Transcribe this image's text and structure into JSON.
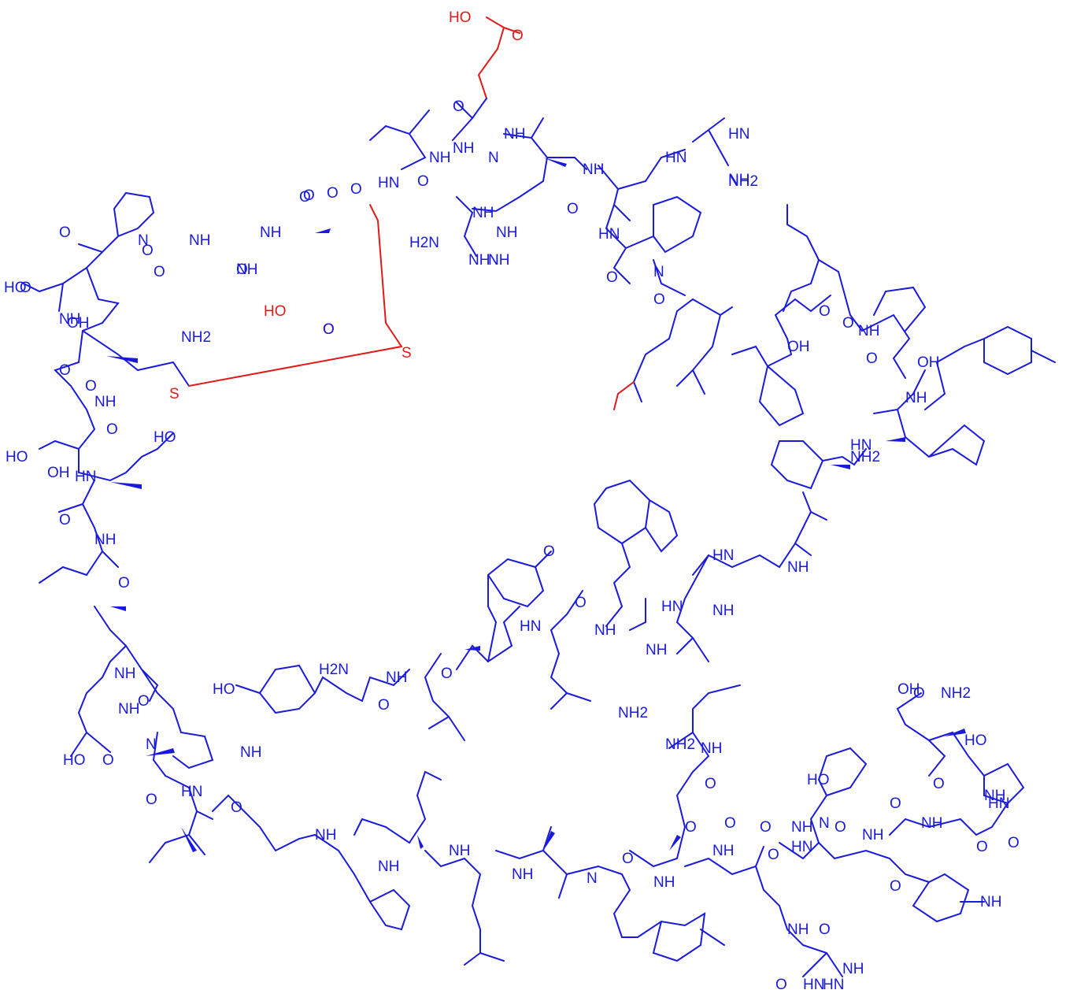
{
  "colors": {
    "main": "#1a1adb",
    "highlight": "#e11a1a",
    "background": "#ffffff"
  },
  "labels": [
    "HO",
    "O",
    "O",
    "NH",
    "N",
    "NH",
    "NH",
    "HN",
    "O",
    "O",
    "O",
    "O",
    "NH",
    "HN",
    "HN",
    "NH",
    "NH",
    "NH",
    "NH",
    "H2N",
    "NH",
    "NH2",
    "N",
    "O",
    "HN",
    "N",
    "O",
    "O",
    "HO",
    "O",
    "O",
    "O",
    "NH",
    "NH",
    "O",
    "O",
    "NH",
    "O",
    "NH2",
    "HO",
    "O",
    "S",
    "S",
    "O",
    "NH",
    "O",
    "HO",
    "NH",
    "N",
    "OH",
    "O",
    "O",
    "HO",
    "OH",
    "O",
    "NH",
    "HN",
    "O",
    "NH",
    "NH",
    "N",
    "O",
    "O",
    "NH",
    "HN",
    "O",
    "HO",
    "O",
    "NH",
    "NH",
    "NH",
    "NH",
    "N",
    "O",
    "NH",
    "O",
    "NH",
    "O",
    "HN",
    "O",
    "NH",
    "O",
    "NH",
    "O",
    "HN",
    "HO",
    "H2N",
    "NH",
    "O",
    "O",
    "NH2",
    "HN",
    "O",
    "NH",
    "NH",
    "O",
    "OH",
    "HO",
    "HN",
    "NH",
    "HN",
    "NH",
    "NH2",
    "NH",
    "O",
    "O",
    "HO",
    "NH",
    "O",
    "NH",
    "O",
    "NH",
    "O",
    "HN",
    "O",
    "NH2",
    "HN",
    "NH",
    "O",
    "N",
    "O",
    "O",
    "NH",
    "O",
    "NH",
    "O",
    "O",
    "NH",
    "OH",
    "HN",
    "NH2",
    "OH"
  ]
}
